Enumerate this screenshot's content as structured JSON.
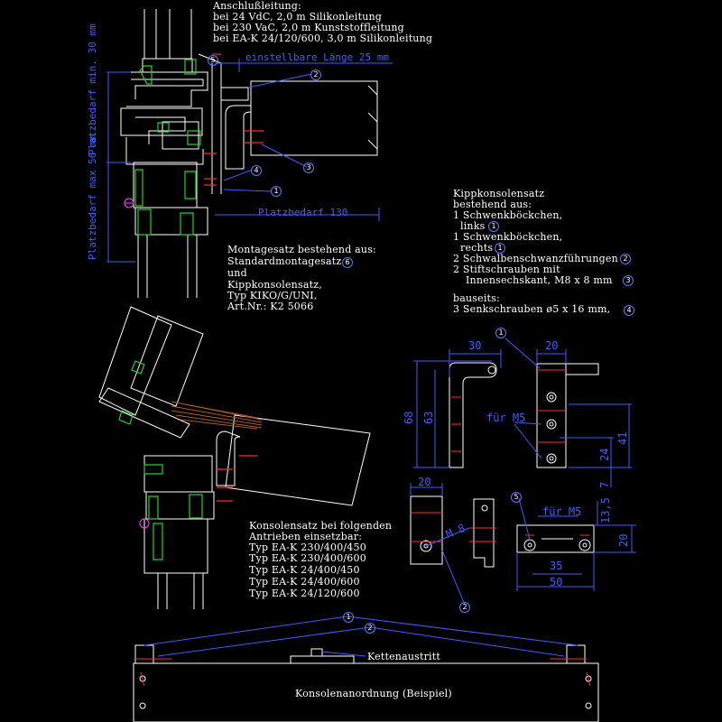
{
  "anschluss": {
    "title": "Anschlußleitung:",
    "lines": [
      "bei 24 VdC, 2,0 m Silikonleitung",
      "bei 230 VaC, 2,0 m Kunststoffleitung",
      "bei EA-K 24/120/600, 3,0 m Silikonleitung"
    ]
  },
  "dims_top": {
    "platz_min": "Platzbedarf min. 30 mm",
    "platz_max": "Platzbedarf max 56 mm",
    "einstellbare": "einstellbare Länge 25 mm",
    "platz130": "Platzbedarf 130"
  },
  "montage": {
    "lines": [
      "Montagesatz bestehend aus:",
      "Standardmontagesatz",
      "und",
      "Kippkonsolensatz,",
      "Typ KIKO/G/UNI,",
      "Art.Nr.:  K2 5066"
    ],
    "callout": "6"
  },
  "kipp": {
    "lines": [
      "Kippkonsolensatz",
      "bestehend aus:",
      "1 Schwenkböckchen,",
      "links",
      "1 Schwenkböckchen,",
      "rechts",
      "2 Schwalbenschwanzführungen",
      "2 Stiftschrauben mit",
      "Innensechskant, M8 x 8 mm",
      "bauseits:",
      "3 Senkschrauben ø5 x 16 mm,"
    ]
  },
  "konsolensatz": {
    "lines": [
      "Konsolensatz bei folgenden",
      "Antrieben einsetzbar:",
      "Typ EA-K 230/400/450",
      "Typ EA-K 230/400/600",
      "Typ EA-K 24/400/450",
      "Typ EA-K 24/400/600",
      "Typ EA-K 24/120/600"
    ]
  },
  "bracket": {
    "d30": "30",
    "d20a": "20",
    "d68": "68",
    "d63": "63",
    "d41": "41",
    "d24": "24",
    "d7": "7",
    "fuer_m5_a": "für M5",
    "d20b": "20",
    "m8": "M 8",
    "fuer_m5_b": "für M5",
    "d13_5": "13,5",
    "d20c": "20",
    "d35": "35",
    "d50": "50"
  },
  "callouts": {
    "c1": "1",
    "c2": "2",
    "c3": "3",
    "c4": "4",
    "c5": "5"
  },
  "bottom": {
    "kette": "Kettenaustritt",
    "konsole": "Konsolenanordnung (Beispiel)"
  },
  "colors": {
    "bg": "#000000",
    "line": "#ffffff",
    "dim": "#3c5cff",
    "green": "#22d322",
    "red": "#ff2a2a",
    "magenta": "#ff44ff",
    "brown": "#b05a20"
  }
}
